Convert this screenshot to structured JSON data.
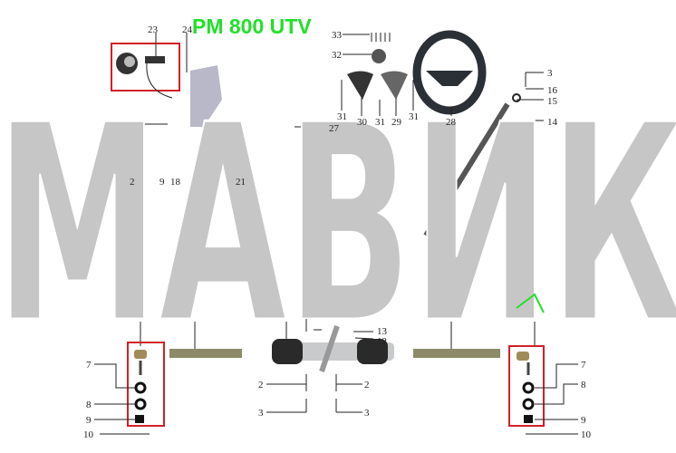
{
  "title": "PM 800 UTV",
  "watermark": "МАВИК",
  "labels": {
    "l23": "23",
    "l24": "24",
    "l33": "33",
    "l32": "32",
    "l31a": "31",
    "l30": "30",
    "l31b": "31",
    "l29": "29",
    "l31c": "31",
    "l28": "28",
    "l3top": "3",
    "l16": "16",
    "l15": "15",
    "l14": "14",
    "l27": "27",
    "l2a": "2",
    "l9a": "9",
    "l18": "18",
    "l21": "21",
    "l13": "13",
    "l12": "12",
    "l7l": "7",
    "l8l": "8",
    "l9l": "9",
    "l10l": "10",
    "l7r": "7",
    "l8r": "8",
    "l9r": "9",
    "l10r": "10",
    "l2l": "2",
    "l2r": "2",
    "l3l": "3",
    "l3r": "3"
  },
  "colors": {
    "title": "#22e02a",
    "highlight_box": "#d0202a",
    "watermark": "#c6c6c6"
  }
}
